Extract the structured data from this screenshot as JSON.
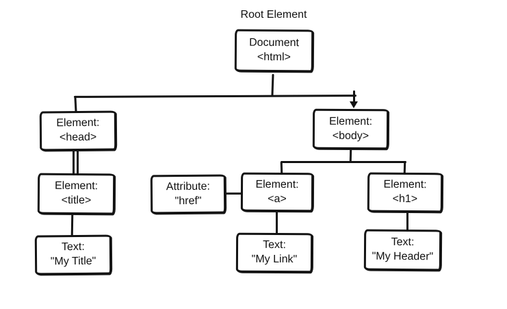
{
  "diagram": {
    "title_label": "Root Element",
    "ink_color": "#131313",
    "background_color": "#ffffff",
    "type": "tree-diagram",
    "nodes": {
      "document": {
        "line1": "Document",
        "line2": "<html>"
      },
      "head": {
        "line1": "Element:",
        "line2": "<head>"
      },
      "body": {
        "line1": "Element:",
        "line2": "<body>"
      },
      "title": {
        "line1": "Element:",
        "line2": "<title>"
      },
      "attribute": {
        "line1": "Attribute:",
        "line2": "\"href\""
      },
      "anchor": {
        "line1": "Element:",
        "line2": "<a>"
      },
      "h1": {
        "line1": "Element:",
        "line2": "<h1>"
      },
      "text_title": {
        "line1": "Text:",
        "line2": "\"My Title\""
      },
      "text_link": {
        "line1": "Text:",
        "line2": "\"My Link\""
      },
      "text_header": {
        "line1": "Text:",
        "line2": "\"My Header\""
      }
    },
    "edges": [
      "document->head",
      "document->body",
      "head->title",
      "title->text_title",
      "attribute->anchor",
      "body->anchor",
      "body->h1",
      "anchor->text_link",
      "h1->text_header"
    ]
  }
}
